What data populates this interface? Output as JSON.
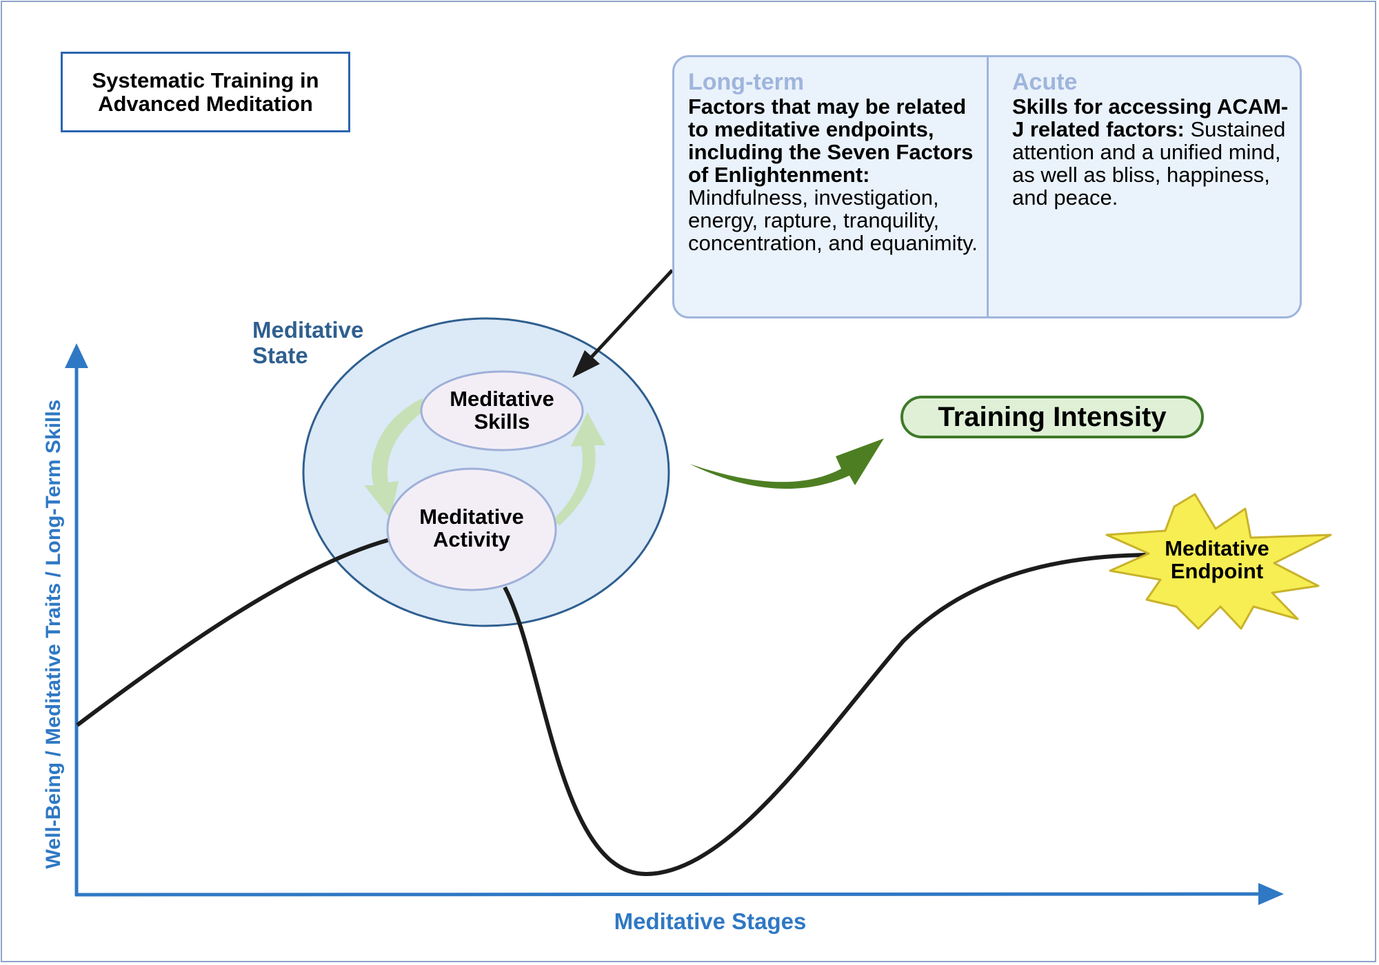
{
  "title": "Systematic Training in Advanced Meditation",
  "info": {
    "left": {
      "heading": "Long-term",
      "bold_text": "Factors that may be related to meditative endpoints, including the Seven Factors of Enlightenment:",
      "text": "Mindfulness, investigation, energy, rapture, tranquility, concentration, and equanimity."
    },
    "right": {
      "heading": "Acute",
      "bold_text": "Skills for accessing ACAM-J related factors:",
      "text": "Sustained attention and a unified mind, as well as bliss, happiness, and peace."
    }
  },
  "state_label": "Meditative State",
  "skills_label": "Meditative Skills",
  "activity_label": "Meditative Activity",
  "training_label": "Training Intensity",
  "endpoint_label": "Meditative Endpoint",
  "y_axis_label": "Well-Being / Meditative Traits / Long-Term Skills",
  "x_axis_label": "Meditative Stages",
  "colors": {
    "axis": "#2f78c4",
    "state_fill": "#dce9f7",
    "state_stroke": "#2f5f8f",
    "node_fill": "#f3eef6",
    "node_stroke": "#9fb0d8",
    "cycle_arrow": "#c4dfae",
    "intensity_arrow": "#4d7f22",
    "endpoint_fill": "#f6ee52",
    "endpoint_stroke": "#c9b22b",
    "curve": "#1c1c1c"
  }
}
